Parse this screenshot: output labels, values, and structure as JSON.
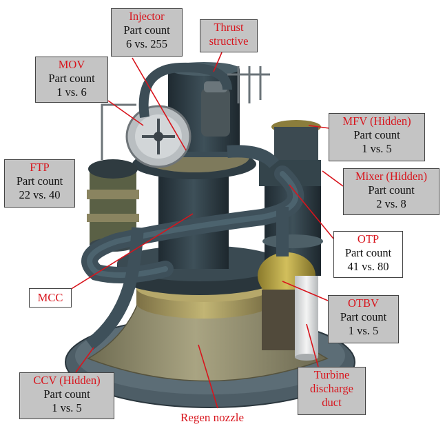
{
  "colors": {
    "label_red": "#d8141c",
    "box_gray": "#c4c4c4",
    "leader_red": "#d8141c",
    "engine_dark": "#33414a",
    "engine_pipe": "#465863",
    "nozzle_khaki": "#8f8a6a",
    "band_gold": "#a89a5a",
    "otbv_yellow": "#b8a448",
    "duct_white": "#e4e4e4"
  },
  "callouts": {
    "injector": {
      "name": "Injector",
      "line1": "Part count",
      "line2": "6 vs. 255"
    },
    "thrust": {
      "name1": "Thrust",
      "name2": "structive"
    },
    "mov": {
      "name": "MOV",
      "line1": "Part count",
      "line2": "1 vs. 6"
    },
    "mfv": {
      "name": "MFV (Hidden)",
      "line1": "Part count",
      "line2": "1 vs. 5"
    },
    "ftp": {
      "name": "FTP",
      "line1": "Part count",
      "line2": "22 vs. 40"
    },
    "mixer": {
      "name": "Mixer (Hidden)",
      "line1": "Part count",
      "line2": "2 vs. 8"
    },
    "otp": {
      "name": "OTP",
      "line1": "Part count",
      "line2": "41 vs. 80"
    },
    "mcc": {
      "name": "MCC"
    },
    "otbv": {
      "name": "OTBV",
      "line1": "Part count",
      "line2": "1 vs. 5"
    },
    "turbine": {
      "name1": "Turbine",
      "name2": "discharge",
      "name3": "duct"
    },
    "ccv": {
      "name": "CCV (Hidden)",
      "line1": "Part count",
      "line2": "1 vs. 5"
    },
    "regen": {
      "name": "Regen nozzle"
    }
  },
  "icons": [
    "engine-illustration"
  ]
}
